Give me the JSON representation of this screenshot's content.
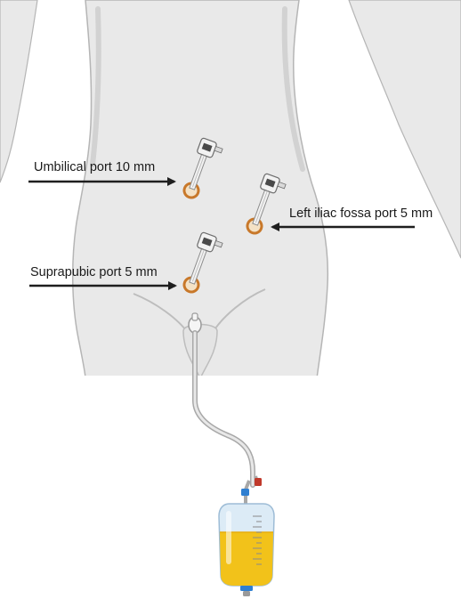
{
  "labels": {
    "umbilical": "Umbilical port 10 mm",
    "left_iliac": "Left iliac fossa port 5 mm",
    "suprapubic": "Suprapubic port 5 mm"
  },
  "colors": {
    "skin": "#e9e9e9",
    "skin_outline": "#b5b5b5",
    "skin_shadow": "#d6d6d6",
    "arrow": "#1e1e1e",
    "port_ring": "#c8782a",
    "port_inner": "#f4e2c6",
    "trocar_body": "#f2f2f2",
    "trocar_dark": "#4a4a4a",
    "tube": "#d9d9d9",
    "urine": "#f2c21a",
    "bag": "#d7e8f4",
    "connector_blue": "#2f7fd1",
    "connector_red": "#c0392b"
  },
  "icons": [
    "trocar-icon",
    "catheter-icon",
    "urine-bag-icon"
  ]
}
